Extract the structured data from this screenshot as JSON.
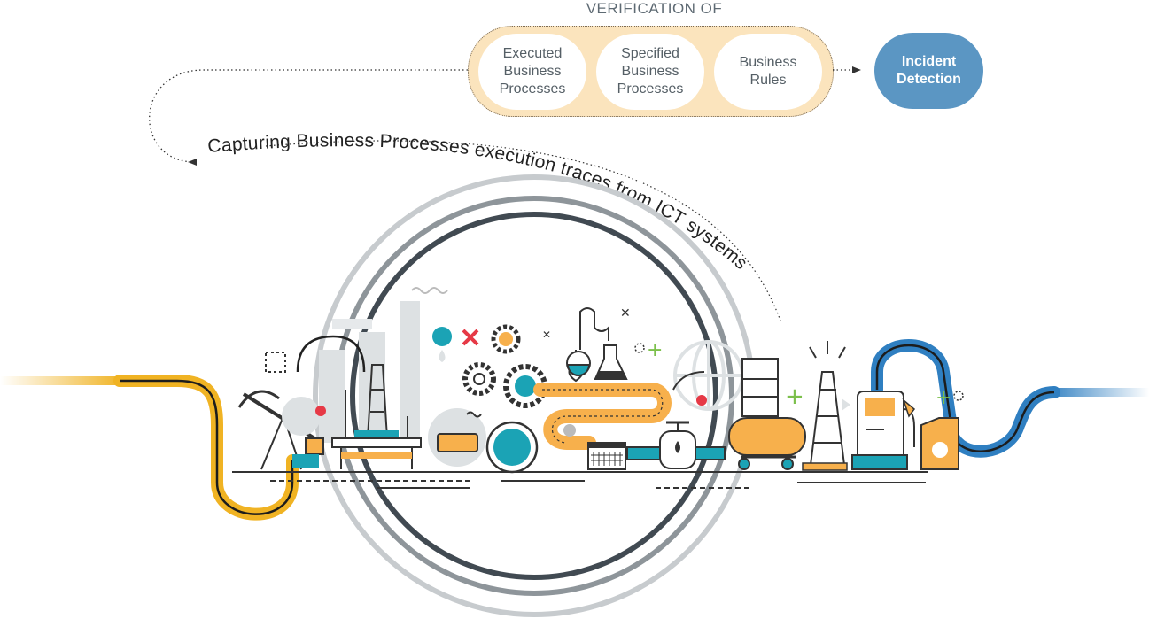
{
  "verification": {
    "title": "VERIFICATION OF",
    "items": [
      {
        "label": "Executed\nBusiness\nProcesses"
      },
      {
        "label": "Specified\nBusiness\nProcesses"
      },
      {
        "label": "Business\nRules"
      }
    ]
  },
  "incident": {
    "label": "Incident\nDetection"
  },
  "capture": {
    "label": "Capturing Business Processes execution traces from ICT systems"
  },
  "colors": {
    "yellow_pipe": "#f0b323",
    "blue_pipe": "#2f7fc1",
    "teal": "#1ba3b5",
    "orange": "#f7b04c",
    "pill_fill": "#fbe4bd",
    "incident_fill": "#5b96c3",
    "ring_light": "#c7cbce",
    "ring_mid": "#8e959a",
    "ring_dark": "#414a52",
    "red_mark": "#e63946",
    "green_plus": "#7cc04b"
  },
  "icons": [
    "pumpjack-icon",
    "offshore-rig-icon",
    "refinery-tower-icon",
    "storage-tank-icon",
    "gear-icon",
    "flask-icon",
    "globe-icon",
    "barrel-icon",
    "fuel-truck-icon",
    "derrick-icon",
    "fuel-pump-icon",
    "jerrycan-icon",
    "valve-icon",
    "calendar-icon"
  ]
}
